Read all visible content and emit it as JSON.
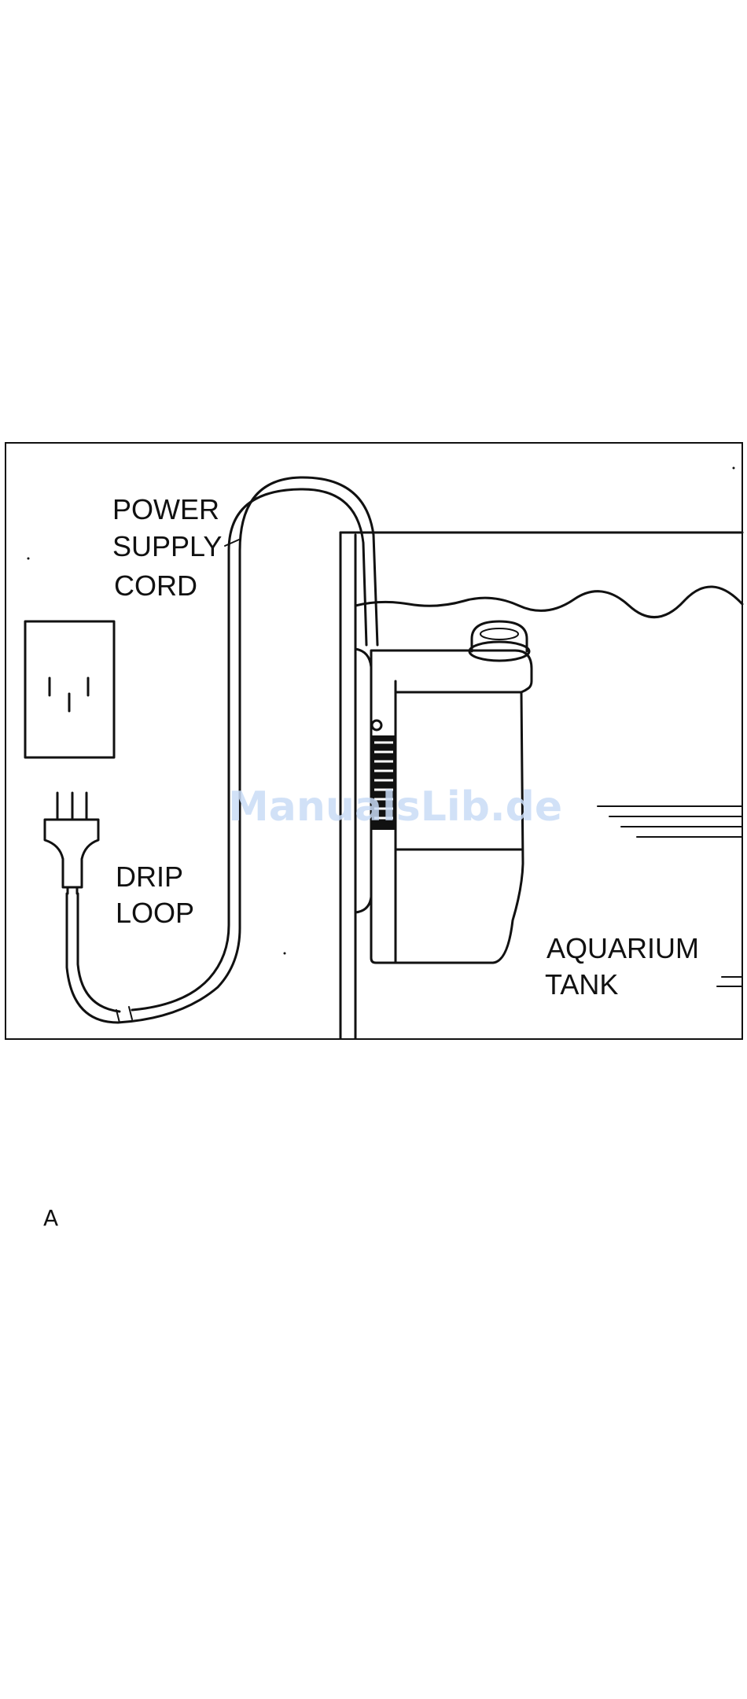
{
  "labels": {
    "power_supply_cord": [
      "POWER",
      "SUPPLY",
      "CORD"
    ],
    "drip_loop": [
      "DRIP",
      "LOOP"
    ],
    "aquarium_tank": [
      "AQUARIUM",
      "TANK"
    ]
  },
  "watermark": "ManualsLib.de",
  "figure_letter": "A",
  "icons": [
    "wall-outlet-icon",
    "power-plug-icon",
    "aquarium-heater-icon"
  ]
}
